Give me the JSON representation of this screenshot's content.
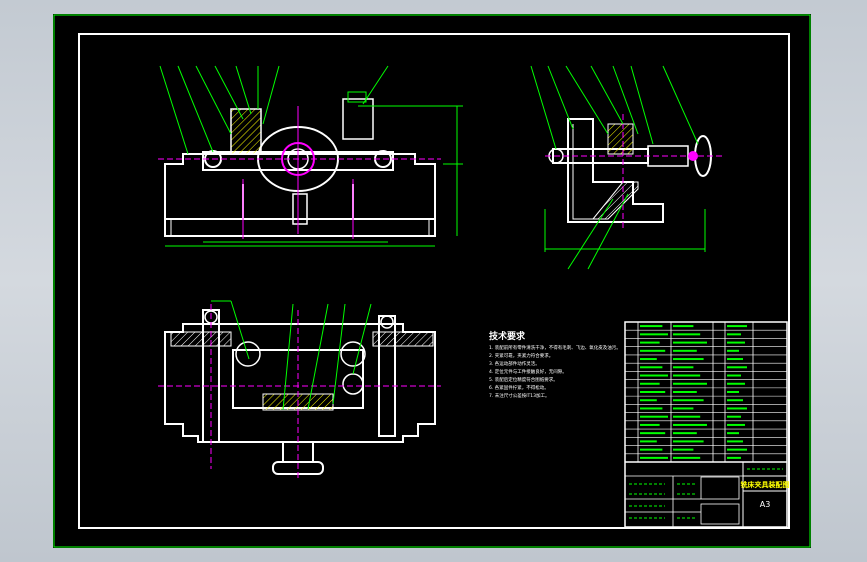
{
  "drawing": {
    "tech_requirements_title": "技术要求",
    "tech_requirements": [
      "1. 装配前所有零件清洗干净，不得有毛刺、飞边、氧化皮及油污。",
      "2. 夹紧可靠，夹紧力符合要求。",
      "3. 各运动部件动作灵活。",
      "4. 定位元件与工件接触良好，无间隙。",
      "5. 装配后定位精度符合图纸要求。",
      "6. 各紧固件拧紧，不得松动。",
      "7. 未注尺寸公差按IT13加工。"
    ],
    "title_block": {
      "drawing_name": "铣床夹具装配图",
      "scale": "A3"
    }
  },
  "colors": {
    "background": "#000000",
    "outline": "#ffffff",
    "dimension": "#00ff00",
    "centerline": "#ff00ff",
    "accent": "#ffff00",
    "hatch": "#00ffff"
  }
}
